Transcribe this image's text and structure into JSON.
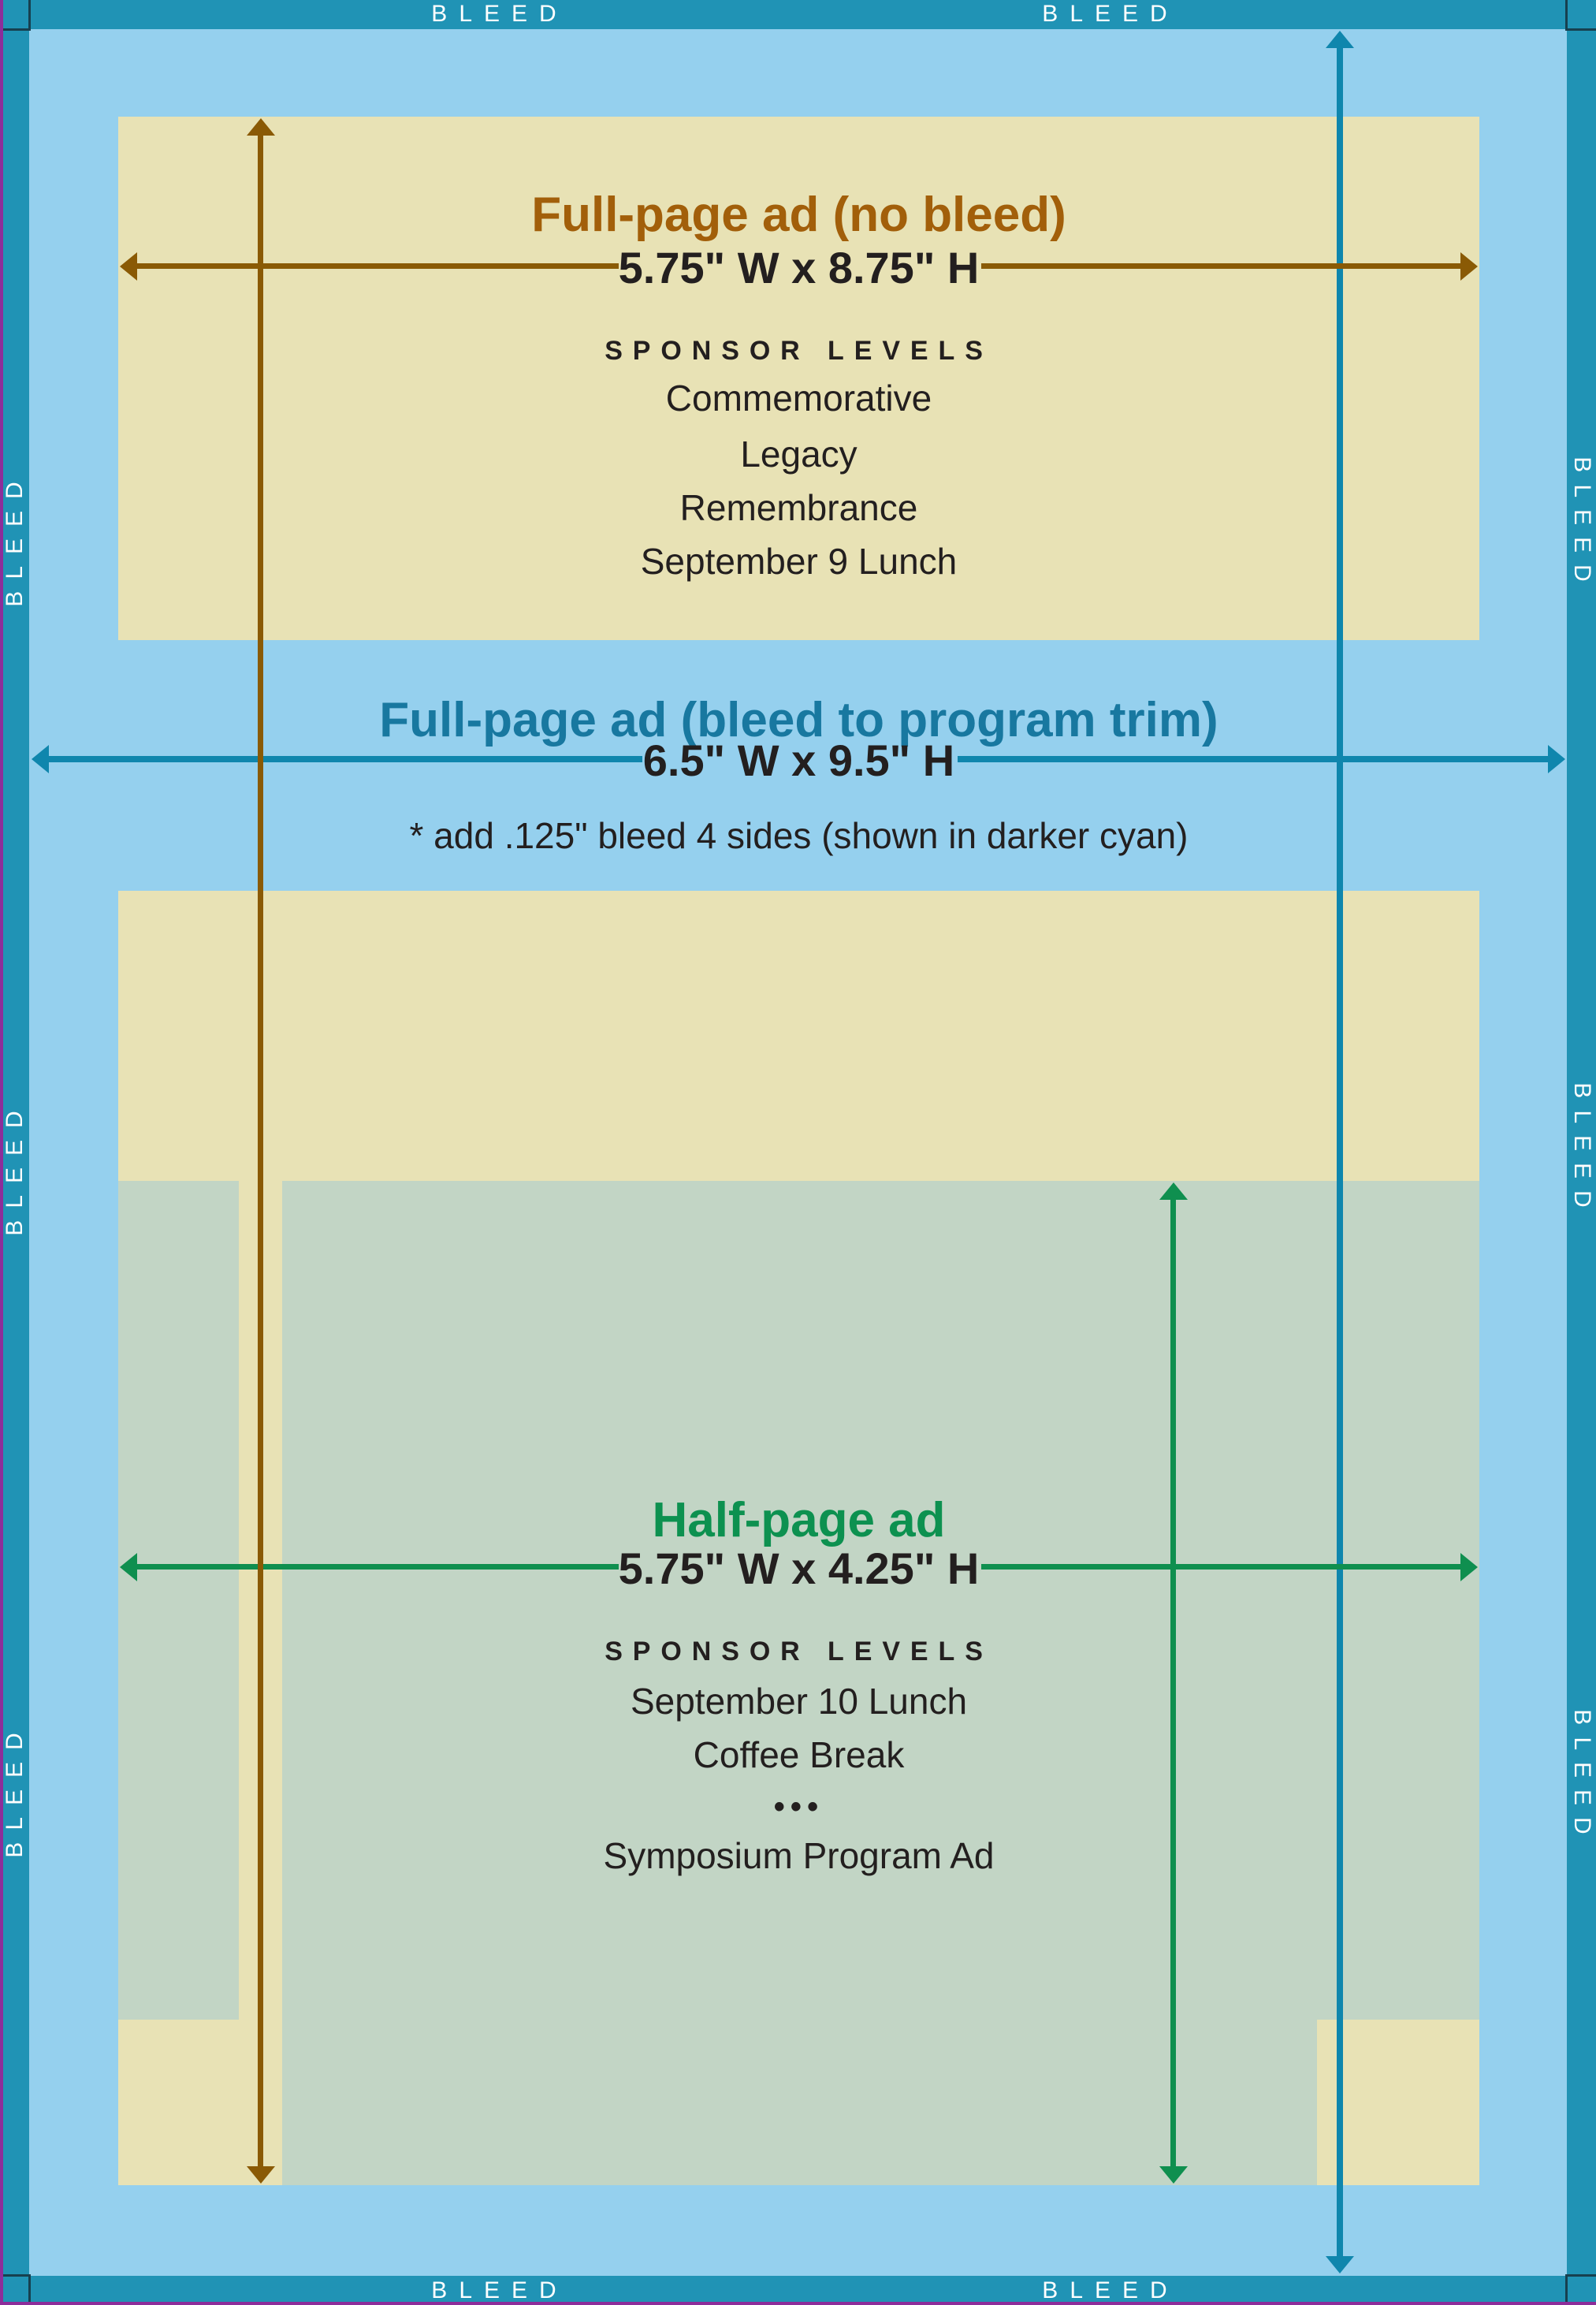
{
  "bleed_label": "BLEED",
  "colors": {
    "bleed-band": "#2093b5",
    "page-blue": "#95d0ee",
    "cream": "#e8e2b5",
    "sage": "#c2d5c5",
    "brown": "#8a5a05",
    "brown-title": "#a25f0a",
    "teal": "#0f86ad",
    "teal-title": "#1878a0",
    "green": "#0f8f4f",
    "green-title": "#0d9150",
    "ink": "#231f1f",
    "purple-edge": "#8d2d9a",
    "corner-mark": "#17404f"
  },
  "full_page_no_bleed": {
    "title": "Full-page ad (no bleed)",
    "dimensions": "5.75\" W x 8.75\" H",
    "sponsor_heading": "SPONSOR LEVELS",
    "sponsors": [
      "Commemorative",
      "Legacy",
      "Remembrance",
      "September 9 Lunch"
    ]
  },
  "full_page_trim": {
    "title": "Full-page ad (bleed to program trim)",
    "dimensions": "6.5\" W x 9.5\" H",
    "note": "* add .125\" bleed 4 sides (shown in darker cyan)"
  },
  "half_page": {
    "title": "Half-page ad",
    "dimensions": "5.75\" W x 4.25\" H",
    "sponsor_heading": "SPONSOR LEVELS",
    "sponsors": [
      "September 10 Lunch",
      "Coffee Break"
    ],
    "ellipsis": "•••",
    "last_item": "Symposium Program Ad"
  }
}
